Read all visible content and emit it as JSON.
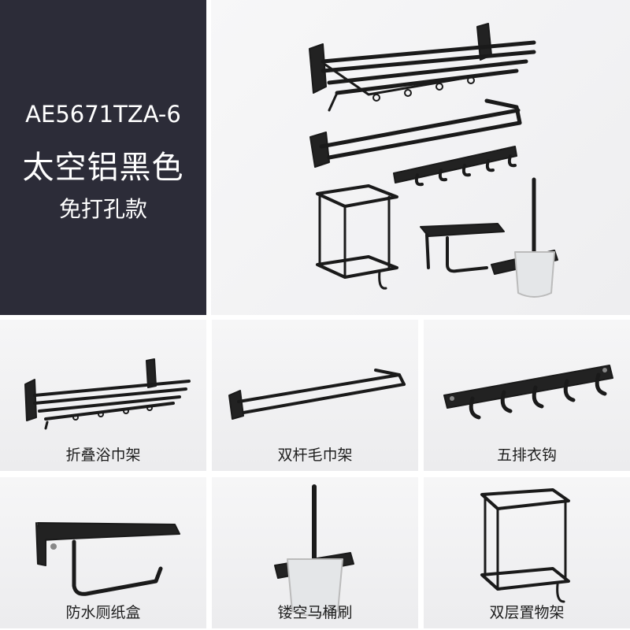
{
  "hero": {
    "model": "AE5671TZA-6",
    "name": "太空铝黑色",
    "subtitle": "免打孔款"
  },
  "products": [
    {
      "label": "折叠浴巾架",
      "icon": "folding-towel-rack-icon"
    },
    {
      "label": "双杆毛巾架",
      "icon": "double-towel-bar-icon"
    },
    {
      "label": "五排衣钩",
      "icon": "five-hook-rail-icon"
    },
    {
      "label": "防水厕纸盒",
      "icon": "waterproof-tissue-holder-icon"
    },
    {
      "label": "镂空马桶刷",
      "icon": "toilet-brush-icon"
    },
    {
      "label": "双层置物架",
      "icon": "two-tier-corner-shelf-icon"
    }
  ],
  "colors": {
    "panel": "#2c2c38",
    "product": "#1a1a1a",
    "background": "#f2f2f4"
  }
}
